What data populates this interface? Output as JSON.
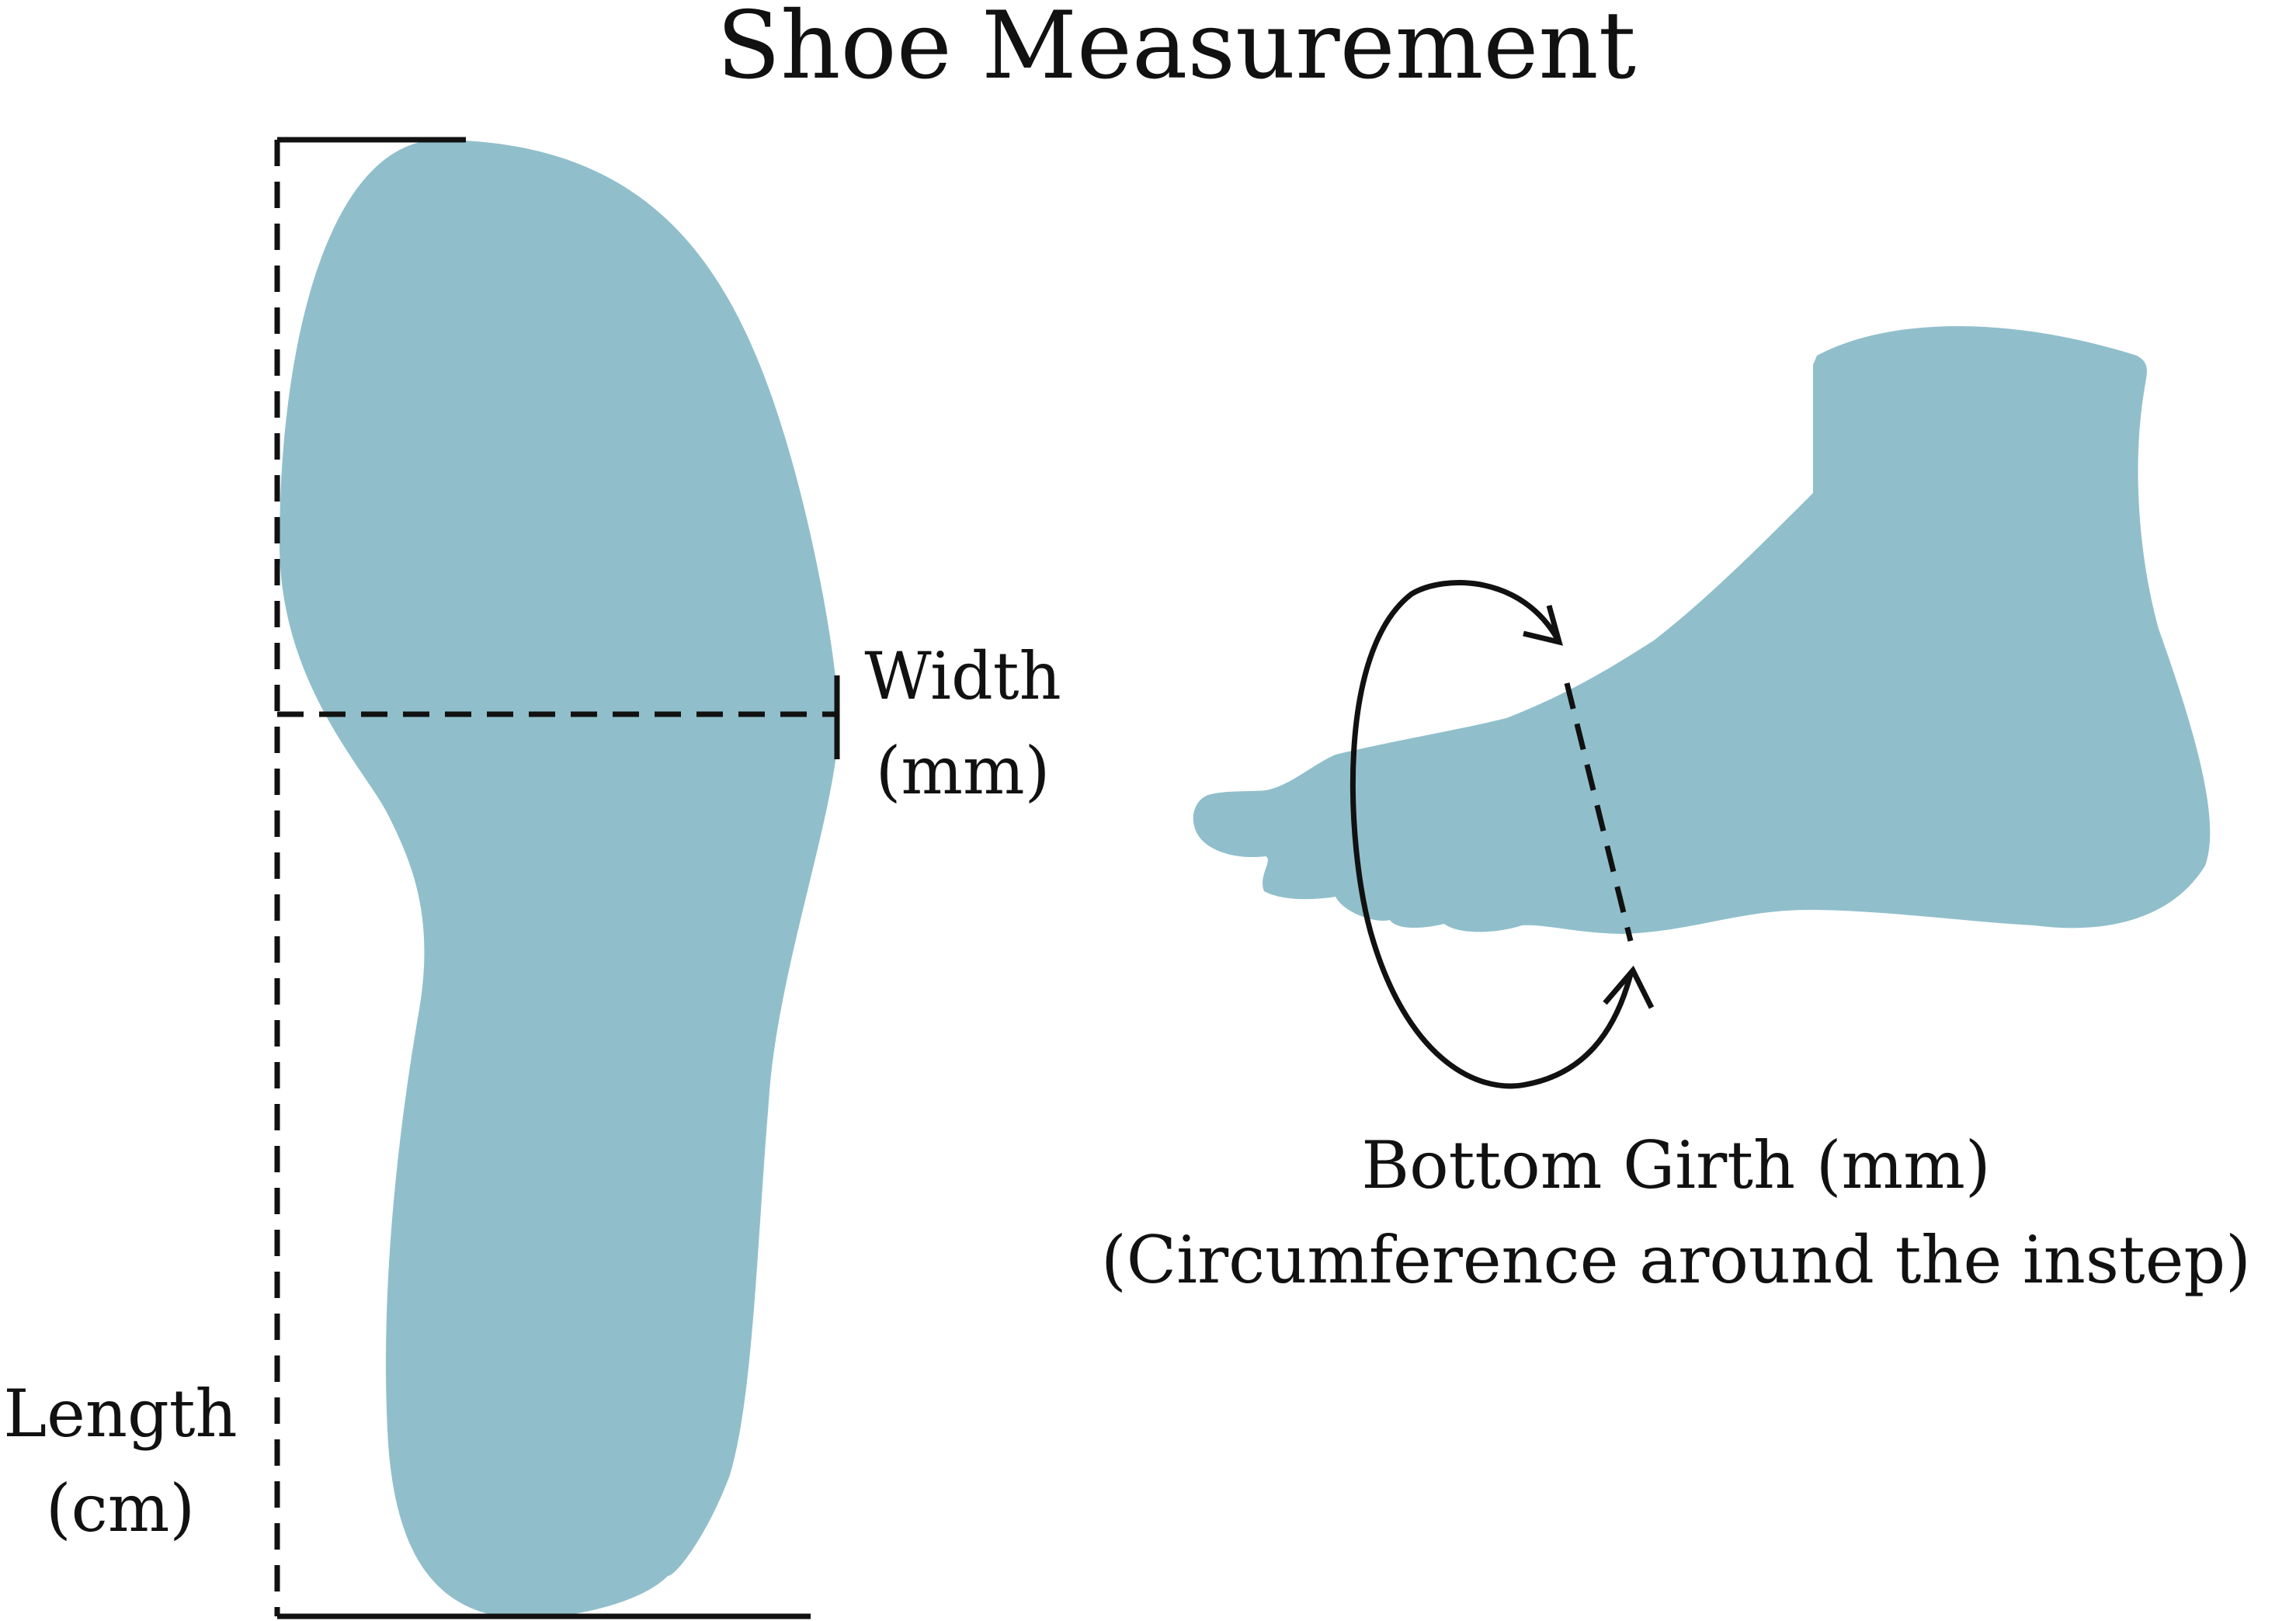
{
  "title": "Shoe Measurement",
  "labels": {
    "width": {
      "line1": "Width",
      "line2": "(mm)"
    },
    "length": {
      "line1": "Length",
      "line2": "(cm)"
    },
    "bottom_girth": {
      "line1": "Bottom Girth (mm)",
      "line2": "(Circumference around the instep)"
    }
  },
  "colors": {
    "shape_fill": "#90bfcb",
    "line": "#111111",
    "background": "#ffffff"
  }
}
